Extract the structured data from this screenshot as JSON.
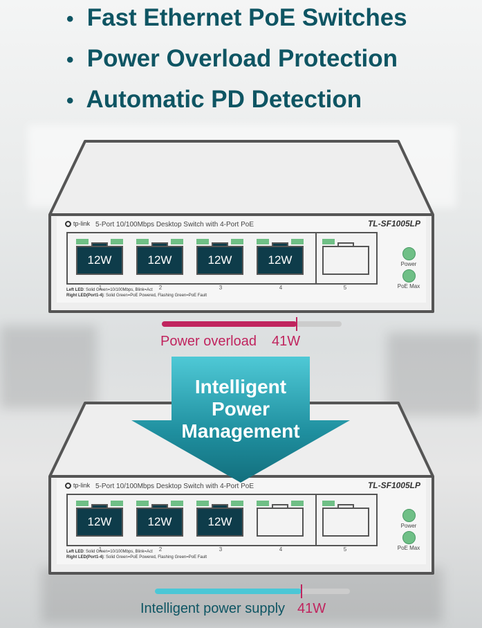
{
  "bullets": [
    "Fast Ethernet PoE Switches",
    "Power Overload Protection",
    "Automatic PD Detection"
  ],
  "device_top": {
    "brand": "tp-link",
    "description": "5-Port 10/100Mbps Desktop Switch with 4-Port PoE",
    "model": "TL-SF1005LP",
    "ports": [
      "12W",
      "12W",
      "12W",
      "12W",
      ""
    ],
    "port_numbers": [
      "1",
      "2",
      "3",
      "4",
      "5"
    ],
    "legend_left_title": "Left LED",
    "legend_left_text": ": Solid Green=10/100Mbps, Blink=Act",
    "legend_right_title": "Right LED(Port1-4)",
    "legend_right_text": ": Solid Green=PoE Powered, Flashing Green=PoE Fault",
    "status_power": "Power",
    "status_poe_max": "PoE Max"
  },
  "overload": {
    "label": "Power overload",
    "value": "41W",
    "fill_fraction": 0.75,
    "color": "#c0245e"
  },
  "arrow_text": [
    "Intelligent",
    "Power",
    "Management"
  ],
  "device_bottom": {
    "brand": "tp-link",
    "description": "5-Port 10/100Mbps Desktop Switch with 4-Port PoE",
    "model": "TL-SF1005LP",
    "ports": [
      "12W",
      "12W",
      "12W",
      "",
      ""
    ],
    "port_numbers": [
      "1",
      "2",
      "3",
      "4",
      "5"
    ],
    "legend_left_title": "Left LED",
    "legend_left_text": ": Solid Green=10/100Mbps, Blink=Act",
    "legend_right_title": "Right LED(Port1-4)",
    "legend_right_text": ": Solid Green=PoE Powered, Flashing Green=PoE Fault",
    "status_power": "Power",
    "status_poe_max": "PoE Max"
  },
  "supply": {
    "label": "Intelligent power supply",
    "value": "41W",
    "fill_fraction": 0.75,
    "color": "#4cc7d6",
    "value_color": "#c0245e"
  },
  "colors": {
    "heading": "#0e5563",
    "port_active": "#0e3c4a",
    "led": "#6fbf86",
    "arrow": "#1a8a9a"
  }
}
